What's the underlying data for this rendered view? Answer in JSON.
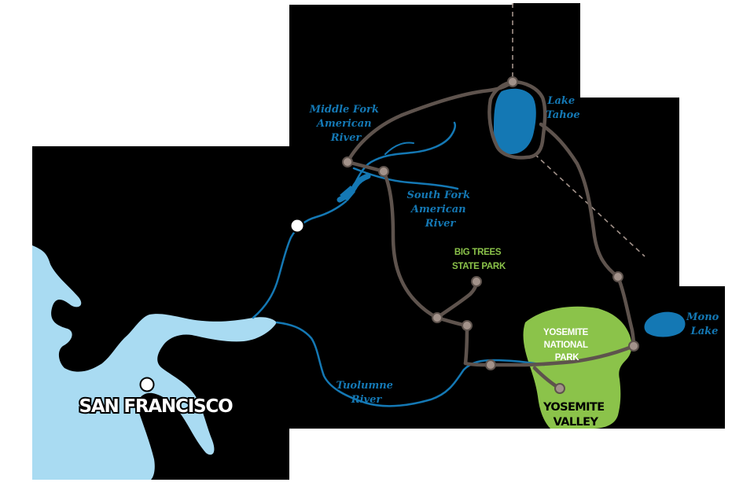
{
  "colors": {
    "land": "#000000",
    "background": "#ffffff",
    "bay": "#a9dbf2",
    "water": "#1478b4",
    "route": "#5e534d",
    "stop": "#a2928a",
    "park": "#8bc34a",
    "park_label": "#8bc34a",
    "water_label": "#1478b4",
    "city_label": "#ffffff"
  },
  "labels": {
    "middle_fork": [
      "Middle Fork",
      "American",
      "River"
    ],
    "south_fork": [
      "South Fork",
      "American",
      "River"
    ],
    "tuolumne": [
      "Tuolumne",
      "River"
    ],
    "lake_tahoe": [
      "Lake",
      "Tahoe"
    ],
    "mono_lake": [
      "Mono",
      "Lake"
    ],
    "big_trees": [
      "BIG TREES",
      "STATE PARK"
    ],
    "yosemite_np": [
      "YOSEMITE",
      "NATIONAL",
      "PARK"
    ],
    "yosemite_valley": [
      "YOSEMITE",
      "VALLEY"
    ],
    "san_francisco": "SAN FRANCISCO"
  },
  "icons": {
    "stop": "route-stop-icon",
    "city": "city-marker-icon"
  }
}
